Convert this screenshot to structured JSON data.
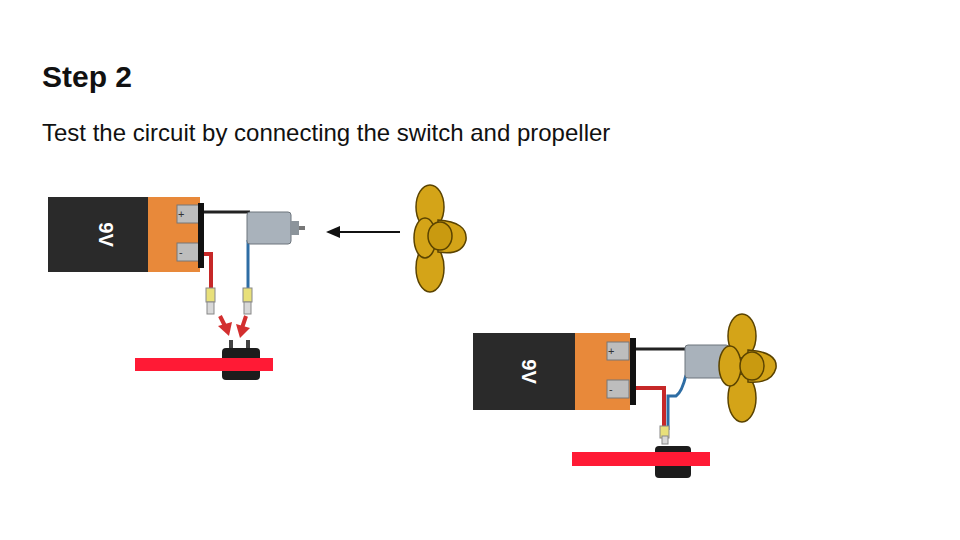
{
  "diagram": {
    "title": "Step 2",
    "caption": "Test the circuit by connecting the switch and propeller",
    "labels": [
      "9V",
      "+",
      "-",
      "9V",
      "+",
      "-"
    ]
  }
}
